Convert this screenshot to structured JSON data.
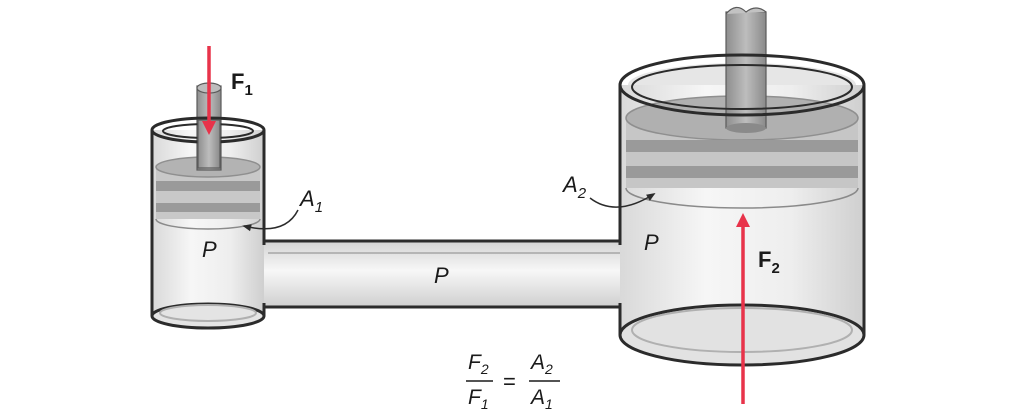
{
  "labels": {
    "force_small": "F",
    "force_small_sub": "1",
    "force_large": "F",
    "force_large_sub": "2",
    "area_small": "A",
    "area_small_sub": "1",
    "area_large": "A",
    "area_large_sub": "2",
    "pressure_small": "P",
    "pressure_pipe": "P",
    "pressure_large": "P"
  },
  "equation": {
    "lhs_num": "F",
    "lhs_num_sub": "2",
    "lhs_den": "F",
    "lhs_den_sub": "1",
    "equals": "=",
    "rhs_num": "A",
    "rhs_num_sub": "2",
    "rhs_den": "A",
    "rhs_den_sub": "1"
  },
  "colors": {
    "arrow": "#e8334a",
    "outline": "#2b2b2b",
    "cylinder": "#efefef",
    "piston": "#9a9a9a",
    "rod": "#a9a9a9"
  }
}
